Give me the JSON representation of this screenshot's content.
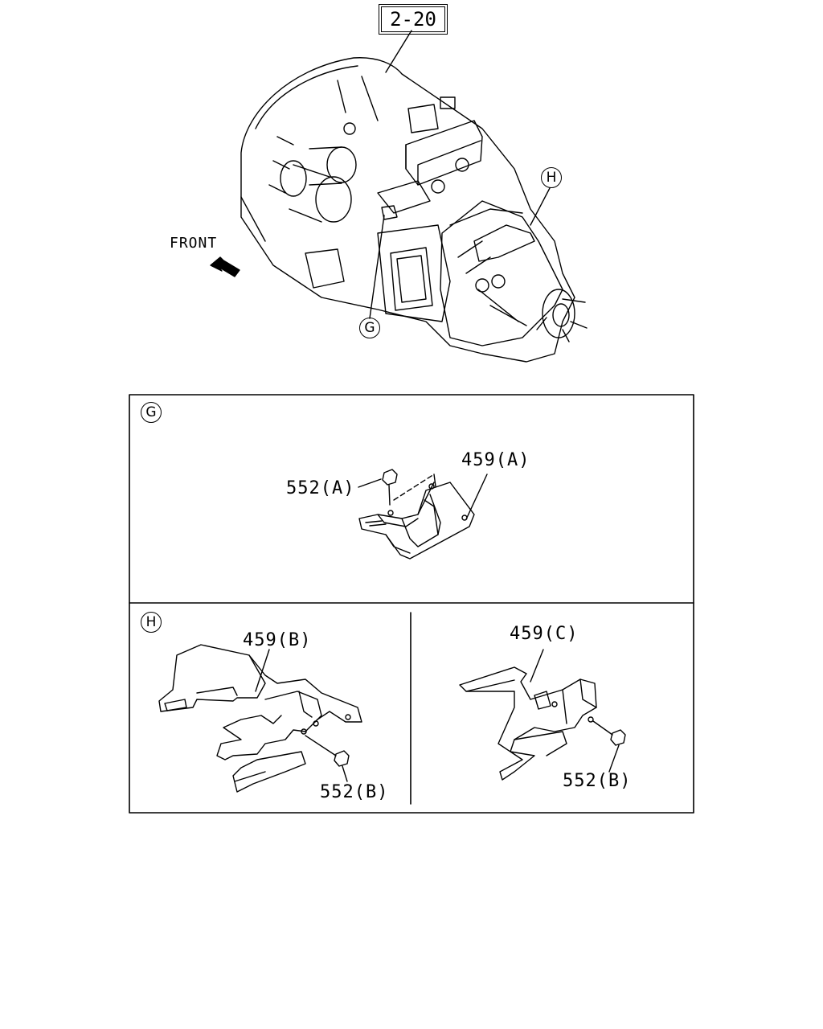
{
  "header": {
    "ref": "2-20",
    "front_label": "FRONT"
  },
  "callouts": {
    "g": "G",
    "h": "H"
  },
  "panel_g": {
    "marker": "G",
    "part_bracket": "459(A)",
    "part_nut": "552(A)"
  },
  "panel_h": {
    "marker": "H",
    "left": {
      "part_bracket": "459(B)",
      "part_nut": "552(B)"
    },
    "right": {
      "part_bracket": "459(C)",
      "part_nut": "552(B)"
    }
  }
}
